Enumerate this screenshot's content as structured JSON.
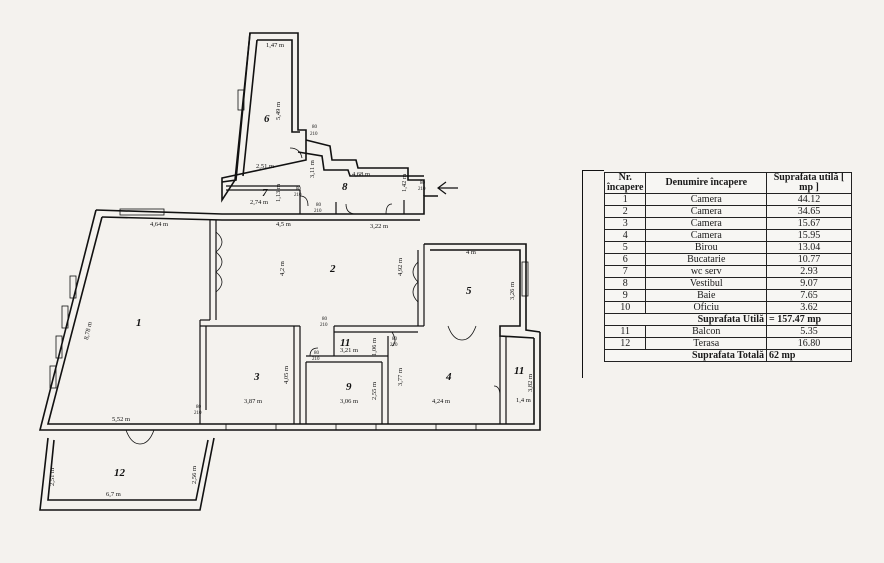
{
  "table": {
    "headers": [
      "Nr. încapere",
      "Denumire încapere",
      "Suprafata utilă [ mp ]"
    ],
    "rows": [
      {
        "nr": "1",
        "name": "Camera",
        "area": "44.12"
      },
      {
        "nr": "2",
        "name": "Camera",
        "area": "34.65"
      },
      {
        "nr": "3",
        "name": "Camera",
        "area": "15.67"
      },
      {
        "nr": "4",
        "name": "Camera",
        "area": "15.95"
      },
      {
        "nr": "5",
        "name": "Birou",
        "area": "13.04"
      },
      {
        "nr": "6",
        "name": "Bucatarie",
        "area": "10.77"
      },
      {
        "nr": "7",
        "name": "wc serv",
        "area": "2.93"
      },
      {
        "nr": "8",
        "name": "Vestibul",
        "area": "9.07"
      },
      {
        "nr": "9",
        "name": "Baie",
        "area": "7.65"
      },
      {
        "nr": "10",
        "name": "Oficiu",
        "area": "3.62"
      }
    ],
    "useful_label": "Suprafata Utilă",
    "useful_value": "= 157.47 mp",
    "extra_rows": [
      {
        "nr": "11",
        "name": "Balcon",
        "area": "5.35"
      },
      {
        "nr": "12",
        "name": "Terasa",
        "area": "16.80"
      }
    ],
    "total_label": "Suprafata Totală",
    "total_value": "62 mp"
  },
  "plan": {
    "room_labels": [
      "1",
      "2",
      "3",
      "4",
      "5",
      "6",
      "7",
      "8",
      "9",
      "11",
      "11",
      "12"
    ],
    "dimensions": [
      "1,47 m",
      "5,49 m",
      "2,51 m",
      "2,74 m",
      "1,13 m",
      "3,11 m",
      "4,68 m",
      "1,42 m",
      "4,64 m",
      "4,5 m",
      "3,22 m",
      "4 m",
      "8,78 m",
      "4,2 m",
      "4,92 m",
      "3,26 m",
      "3,21 m",
      "1,06 m",
      "4,05 m",
      "3,77 m",
      "3,82 m",
      "3,87 m",
      "3,06 m",
      "2,55 m",
      "4,24 m",
      "1,4 m",
      "5,52 m",
      "2,51 m",
      "6,7 m",
      "2,56 m"
    ],
    "door_labels": [
      "80",
      "210"
    ]
  }
}
